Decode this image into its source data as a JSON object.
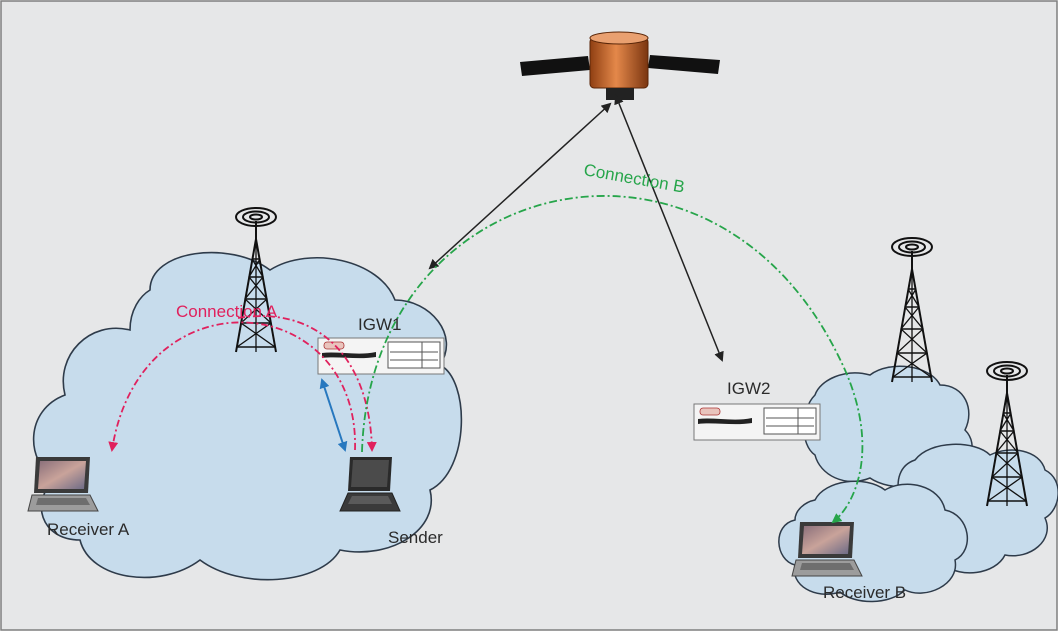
{
  "labels": {
    "connection_a": "Connection A",
    "connection_b": "Connection B",
    "igw1": "IGW1",
    "igw2": "IGW2",
    "receiver_a": "Receiver A",
    "sender": "Sender",
    "receiver_b": "Receiver B"
  },
  "colors": {
    "background": "#e6e7e8",
    "border": "#7f7f7f",
    "cloud_fill": "#c7dcec",
    "cloud_stroke": "#2e3b4a",
    "connection_a": "#e0215d",
    "connection_b": "#26a54a",
    "local_link": "#2778bf",
    "satellite_link": "#222222",
    "satellite_body": "#c8652a",
    "tower": "#111111"
  },
  "icons": {
    "satellite": "satellite-icon",
    "towers": [
      "tower-icon",
      "tower-icon",
      "tower-icon"
    ],
    "gateways": [
      "gateway-device-icon",
      "gateway-device-icon"
    ],
    "laptops": [
      "laptop-icon",
      "laptop-icon",
      "laptop-icon"
    ]
  }
}
